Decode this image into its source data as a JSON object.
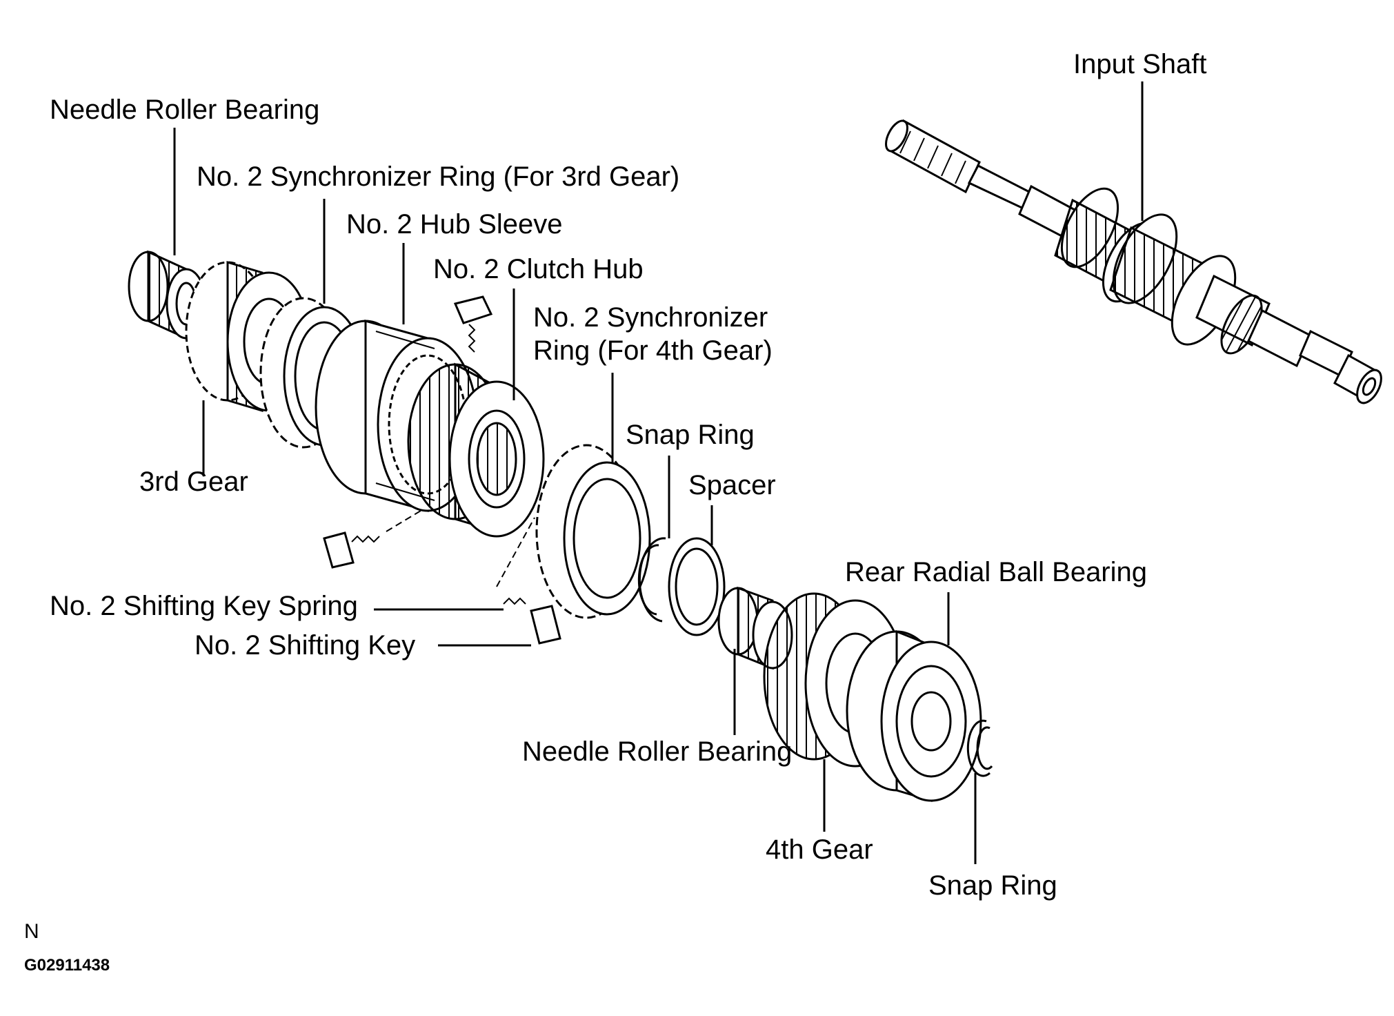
{
  "labels": {
    "input_shaft": "Input Shaft",
    "needle_roller_bearing_top": "Needle Roller Bearing",
    "synchro_ring_3rd": "No. 2 Synchronizer Ring (For 3rd Gear)",
    "hub_sleeve": "No. 2 Hub Sleeve",
    "clutch_hub": "No. 2 Clutch Hub",
    "synchro_ring_4th_line1": "No. 2 Synchronizer",
    "synchro_ring_4th_line2": "Ring (For 4th Gear)",
    "snap_ring_upper": "Snap Ring",
    "spacer": "Spacer",
    "third_gear": "3rd Gear",
    "rear_radial_ball_bearing": "Rear Radial Ball Bearing",
    "shifting_key_spring": "No. 2 Shifting Key Spring",
    "shifting_key": "No. 2 Shifting Key",
    "needle_roller_bearing_bottom": "Needle Roller Bearing",
    "fourth_gear": "4th Gear",
    "snap_ring_lower": "Snap Ring"
  },
  "footer": {
    "marker": "N",
    "figure_code": "G02911438"
  }
}
